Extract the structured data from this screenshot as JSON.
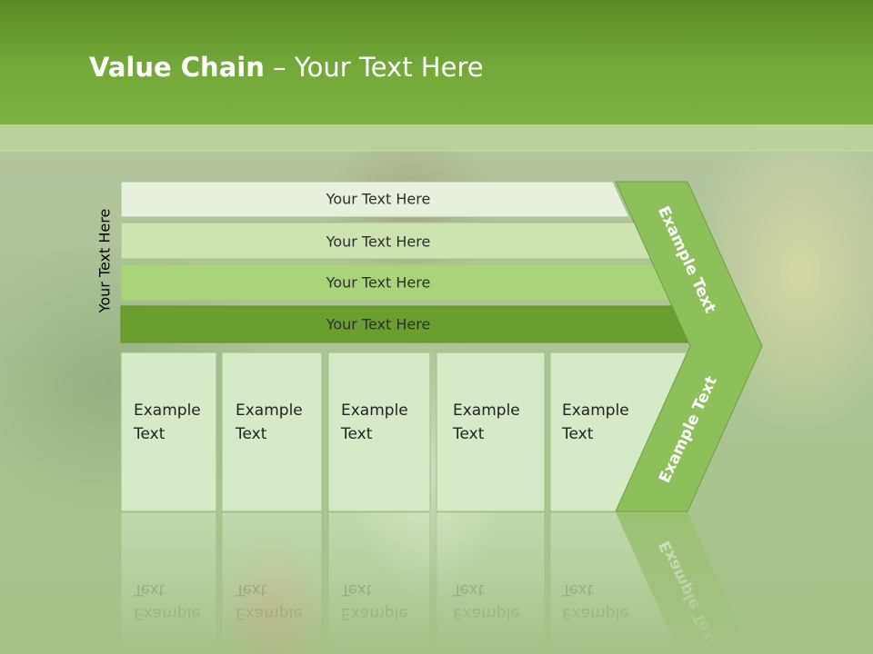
{
  "slide": {
    "title_bold": "Value Chain",
    "title_rest": " – Your Text Here",
    "side_label": "Your Text Here"
  },
  "bars": [
    {
      "label": "Your Text Here",
      "color": "#e6f0dc"
    },
    {
      "label": "Your Text Here",
      "color": "#cde3b0"
    },
    {
      "label": "Your Text Here",
      "color": "#a9d47a"
    },
    {
      "label": "Your Text Here",
      "color": "#6a9e2f"
    }
  ],
  "cells": [
    {
      "line1": "Example",
      "line2": "Text"
    },
    {
      "line1": "Example",
      "line2": "Text"
    },
    {
      "line1": "Example",
      "line2": "Text"
    },
    {
      "line1": "Example",
      "line2": "Text"
    },
    {
      "line1": "Example",
      "line2": "Text"
    }
  ],
  "arrow": {
    "upper_label": "Example Text",
    "lower_label": "Example Text",
    "color": "#8dc05a"
  },
  "colors": {
    "header": "#74a93a",
    "cell_fill": "#d7eac7",
    "cell_stroke": "#9fbf85"
  }
}
